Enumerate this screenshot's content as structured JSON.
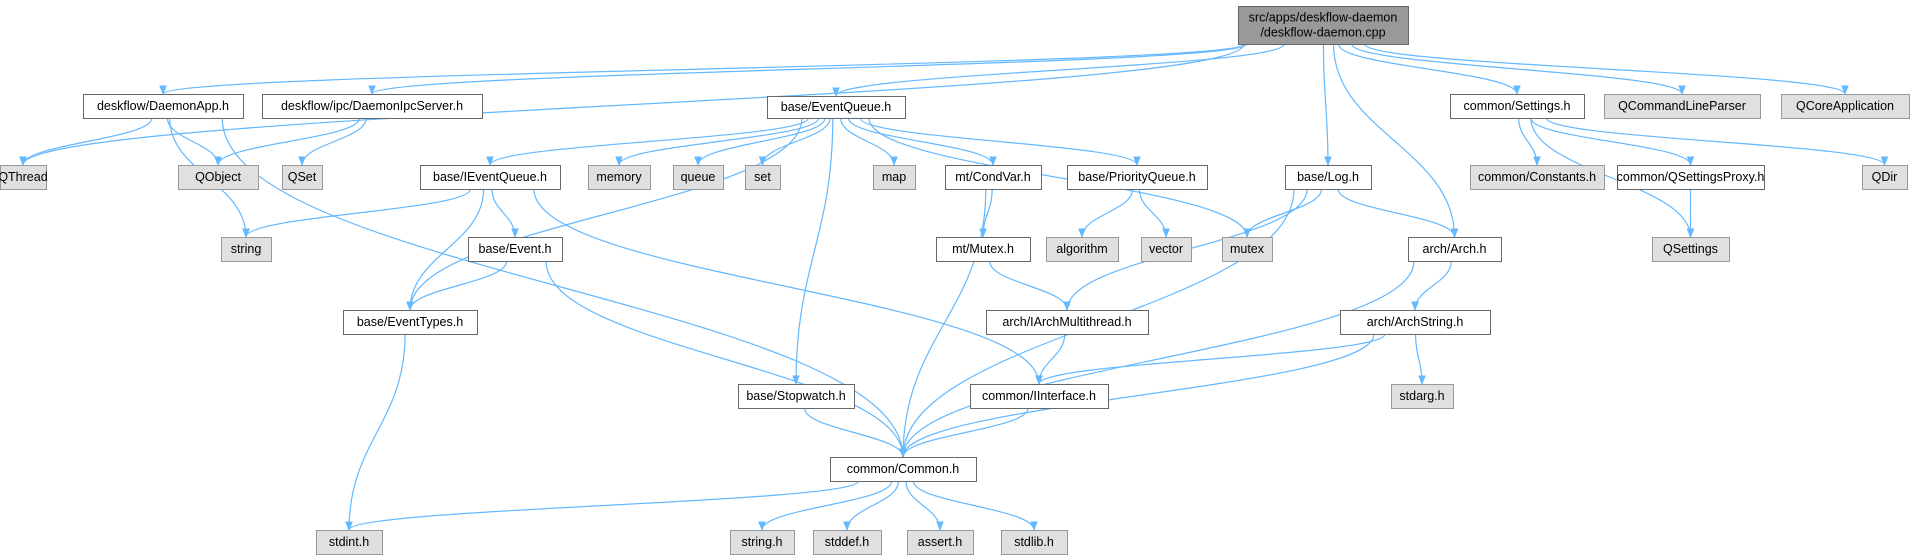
{
  "colors": {
    "edge": "#63b8ff",
    "root_fill": "#999999",
    "root_stroke": "#666666",
    "internal_fill": "#ffffff",
    "internal_stroke": "#666666",
    "external_fill": "#e0e0e0",
    "external_stroke": "#999999"
  },
  "nodes": [
    {
      "id": "root",
      "kind": "root",
      "lines": [
        "src/apps/deskflow-daemon",
        "/deskflow-daemon.cpp"
      ]
    },
    {
      "id": "daemonapp",
      "kind": "internal",
      "lines": [
        "deskflow/DaemonApp.h"
      ]
    },
    {
      "id": "ipcserver",
      "kind": "internal",
      "lines": [
        "deskflow/ipc/DaemonIpcServer.h"
      ]
    },
    {
      "id": "eventqueue",
      "kind": "internal",
      "lines": [
        "base/EventQueue.h"
      ]
    },
    {
      "id": "settings",
      "kind": "internal",
      "lines": [
        "common/Settings.h"
      ]
    },
    {
      "id": "qcommandlineparser",
      "kind": "external",
      "lines": [
        "QCommandLineParser"
      ]
    },
    {
      "id": "qcoreapplication",
      "kind": "external",
      "lines": [
        "QCoreApplication"
      ]
    },
    {
      "id": "qthread",
      "kind": "external",
      "lines": [
        "QThread"
      ]
    },
    {
      "id": "qobject",
      "kind": "external",
      "lines": [
        "QObject"
      ]
    },
    {
      "id": "qset",
      "kind": "external",
      "lines": [
        "QSet"
      ]
    },
    {
      "id": "ieventqueue",
      "kind": "internal",
      "lines": [
        "base/IEventQueue.h"
      ]
    },
    {
      "id": "memory",
      "kind": "external",
      "lines": [
        "memory"
      ]
    },
    {
      "id": "queue",
      "kind": "external",
      "lines": [
        "queue"
      ]
    },
    {
      "id": "set",
      "kind": "external",
      "lines": [
        "set"
      ]
    },
    {
      "id": "map",
      "kind": "external",
      "lines": [
        "map"
      ]
    },
    {
      "id": "condvar",
      "kind": "internal",
      "lines": [
        "mt/CondVar.h"
      ]
    },
    {
      "id": "priorityqueue",
      "kind": "internal",
      "lines": [
        "base/PriorityQueue.h"
      ]
    },
    {
      "id": "log",
      "kind": "internal",
      "lines": [
        "base/Log.h"
      ]
    },
    {
      "id": "constants",
      "kind": "external",
      "lines": [
        "common/Constants.h"
      ]
    },
    {
      "id": "qsettingsproxy",
      "kind": "internal",
      "lines": [
        "common/QSettingsProxy.h"
      ]
    },
    {
      "id": "qdir",
      "kind": "external",
      "lines": [
        "QDir"
      ]
    },
    {
      "id": "string",
      "kind": "external",
      "lines": [
        "string"
      ]
    },
    {
      "id": "event",
      "kind": "internal",
      "lines": [
        "base/Event.h"
      ]
    },
    {
      "id": "mutex_h",
      "kind": "internal",
      "lines": [
        "mt/Mutex.h"
      ]
    },
    {
      "id": "algorithm",
      "kind": "external",
      "lines": [
        "algorithm"
      ]
    },
    {
      "id": "vector",
      "kind": "external",
      "lines": [
        "vector"
      ]
    },
    {
      "id": "mutex",
      "kind": "external",
      "lines": [
        "mutex"
      ]
    },
    {
      "id": "arch",
      "kind": "internal",
      "lines": [
        "arch/Arch.h"
      ]
    },
    {
      "id": "qsettings",
      "kind": "external",
      "lines": [
        "QSettings"
      ]
    },
    {
      "id": "eventtypes",
      "kind": "internal",
      "lines": [
        "base/EventTypes.h"
      ]
    },
    {
      "id": "iarchmt",
      "kind": "internal",
      "lines": [
        "arch/IArchMultithread.h"
      ]
    },
    {
      "id": "archstring",
      "kind": "internal",
      "lines": [
        "arch/ArchString.h"
      ]
    },
    {
      "id": "stopwatch",
      "kind": "internal",
      "lines": [
        "base/Stopwatch.h"
      ]
    },
    {
      "id": "iinterface",
      "kind": "internal",
      "lines": [
        "common/IInterface.h"
      ]
    },
    {
      "id": "stdarg",
      "kind": "external",
      "lines": [
        "stdarg.h"
      ]
    },
    {
      "id": "common",
      "kind": "internal",
      "lines": [
        "common/Common.h"
      ]
    },
    {
      "id": "stdint",
      "kind": "external",
      "lines": [
        "stdint.h"
      ]
    },
    {
      "id": "string_h",
      "kind": "external",
      "lines": [
        "string.h"
      ]
    },
    {
      "id": "stddef",
      "kind": "external",
      "lines": [
        "stddef.h"
      ]
    },
    {
      "id": "assert",
      "kind": "external",
      "lines": [
        "assert.h"
      ]
    },
    {
      "id": "stdlib",
      "kind": "external",
      "lines": [
        "stdlib.h"
      ]
    }
  ],
  "edges": [
    [
      "root",
      "qthread"
    ],
    [
      "root",
      "daemonapp"
    ],
    [
      "root",
      "ipcserver"
    ],
    [
      "root",
      "eventqueue"
    ],
    [
      "root",
      "log"
    ],
    [
      "root",
      "arch"
    ],
    [
      "root",
      "settings"
    ],
    [
      "root",
      "qcommandlineparser"
    ],
    [
      "root",
      "qcoreapplication"
    ],
    [
      "daemonapp",
      "qthread"
    ],
    [
      "daemonapp",
      "qobject"
    ],
    [
      "daemonapp",
      "string"
    ],
    [
      "daemonapp",
      "common"
    ],
    [
      "ipcserver",
      "qobject"
    ],
    [
      "ipcserver",
      "qset"
    ],
    [
      "eventqueue",
      "ieventqueue"
    ],
    [
      "eventqueue",
      "memory"
    ],
    [
      "eventqueue",
      "queue"
    ],
    [
      "eventqueue",
      "set"
    ],
    [
      "eventqueue",
      "map"
    ],
    [
      "eventqueue",
      "condvar"
    ],
    [
      "eventqueue",
      "priorityqueue"
    ],
    [
      "eventqueue",
      "mutex"
    ],
    [
      "eventqueue",
      "eventtypes"
    ],
    [
      "eventqueue",
      "stopwatch"
    ],
    [
      "ieventqueue",
      "string"
    ],
    [
      "ieventqueue",
      "event"
    ],
    [
      "ieventqueue",
      "eventtypes"
    ],
    [
      "ieventqueue",
      "iinterface"
    ],
    [
      "event",
      "eventtypes"
    ],
    [
      "event",
      "common"
    ],
    [
      "eventtypes",
      "stdint"
    ],
    [
      "condvar",
      "mutex_h"
    ],
    [
      "condvar",
      "common"
    ],
    [
      "mutex_h",
      "iarchmt"
    ],
    [
      "iarchmt",
      "iinterface"
    ],
    [
      "priorityqueue",
      "algorithm"
    ],
    [
      "priorityqueue",
      "vector"
    ],
    [
      "stopwatch",
      "common"
    ],
    [
      "iinterface",
      "common"
    ],
    [
      "log",
      "mutex"
    ],
    [
      "log",
      "arch"
    ],
    [
      "log",
      "iarchmt"
    ],
    [
      "log",
      "common"
    ],
    [
      "arch",
      "archstring"
    ],
    [
      "arch",
      "common"
    ],
    [
      "archstring",
      "iinterface"
    ],
    [
      "archstring",
      "stdarg"
    ],
    [
      "archstring",
      "common"
    ],
    [
      "settings",
      "constants"
    ],
    [
      "settings",
      "qsettingsproxy"
    ],
    [
      "settings",
      "qdir"
    ],
    [
      "settings",
      "qsettings"
    ],
    [
      "qsettingsproxy",
      "qsettings"
    ],
    [
      "common",
      "stdint"
    ],
    [
      "common",
      "string_h"
    ],
    [
      "common",
      "stddef"
    ],
    [
      "common",
      "assert"
    ],
    [
      "common",
      "stdlib"
    ]
  ]
}
